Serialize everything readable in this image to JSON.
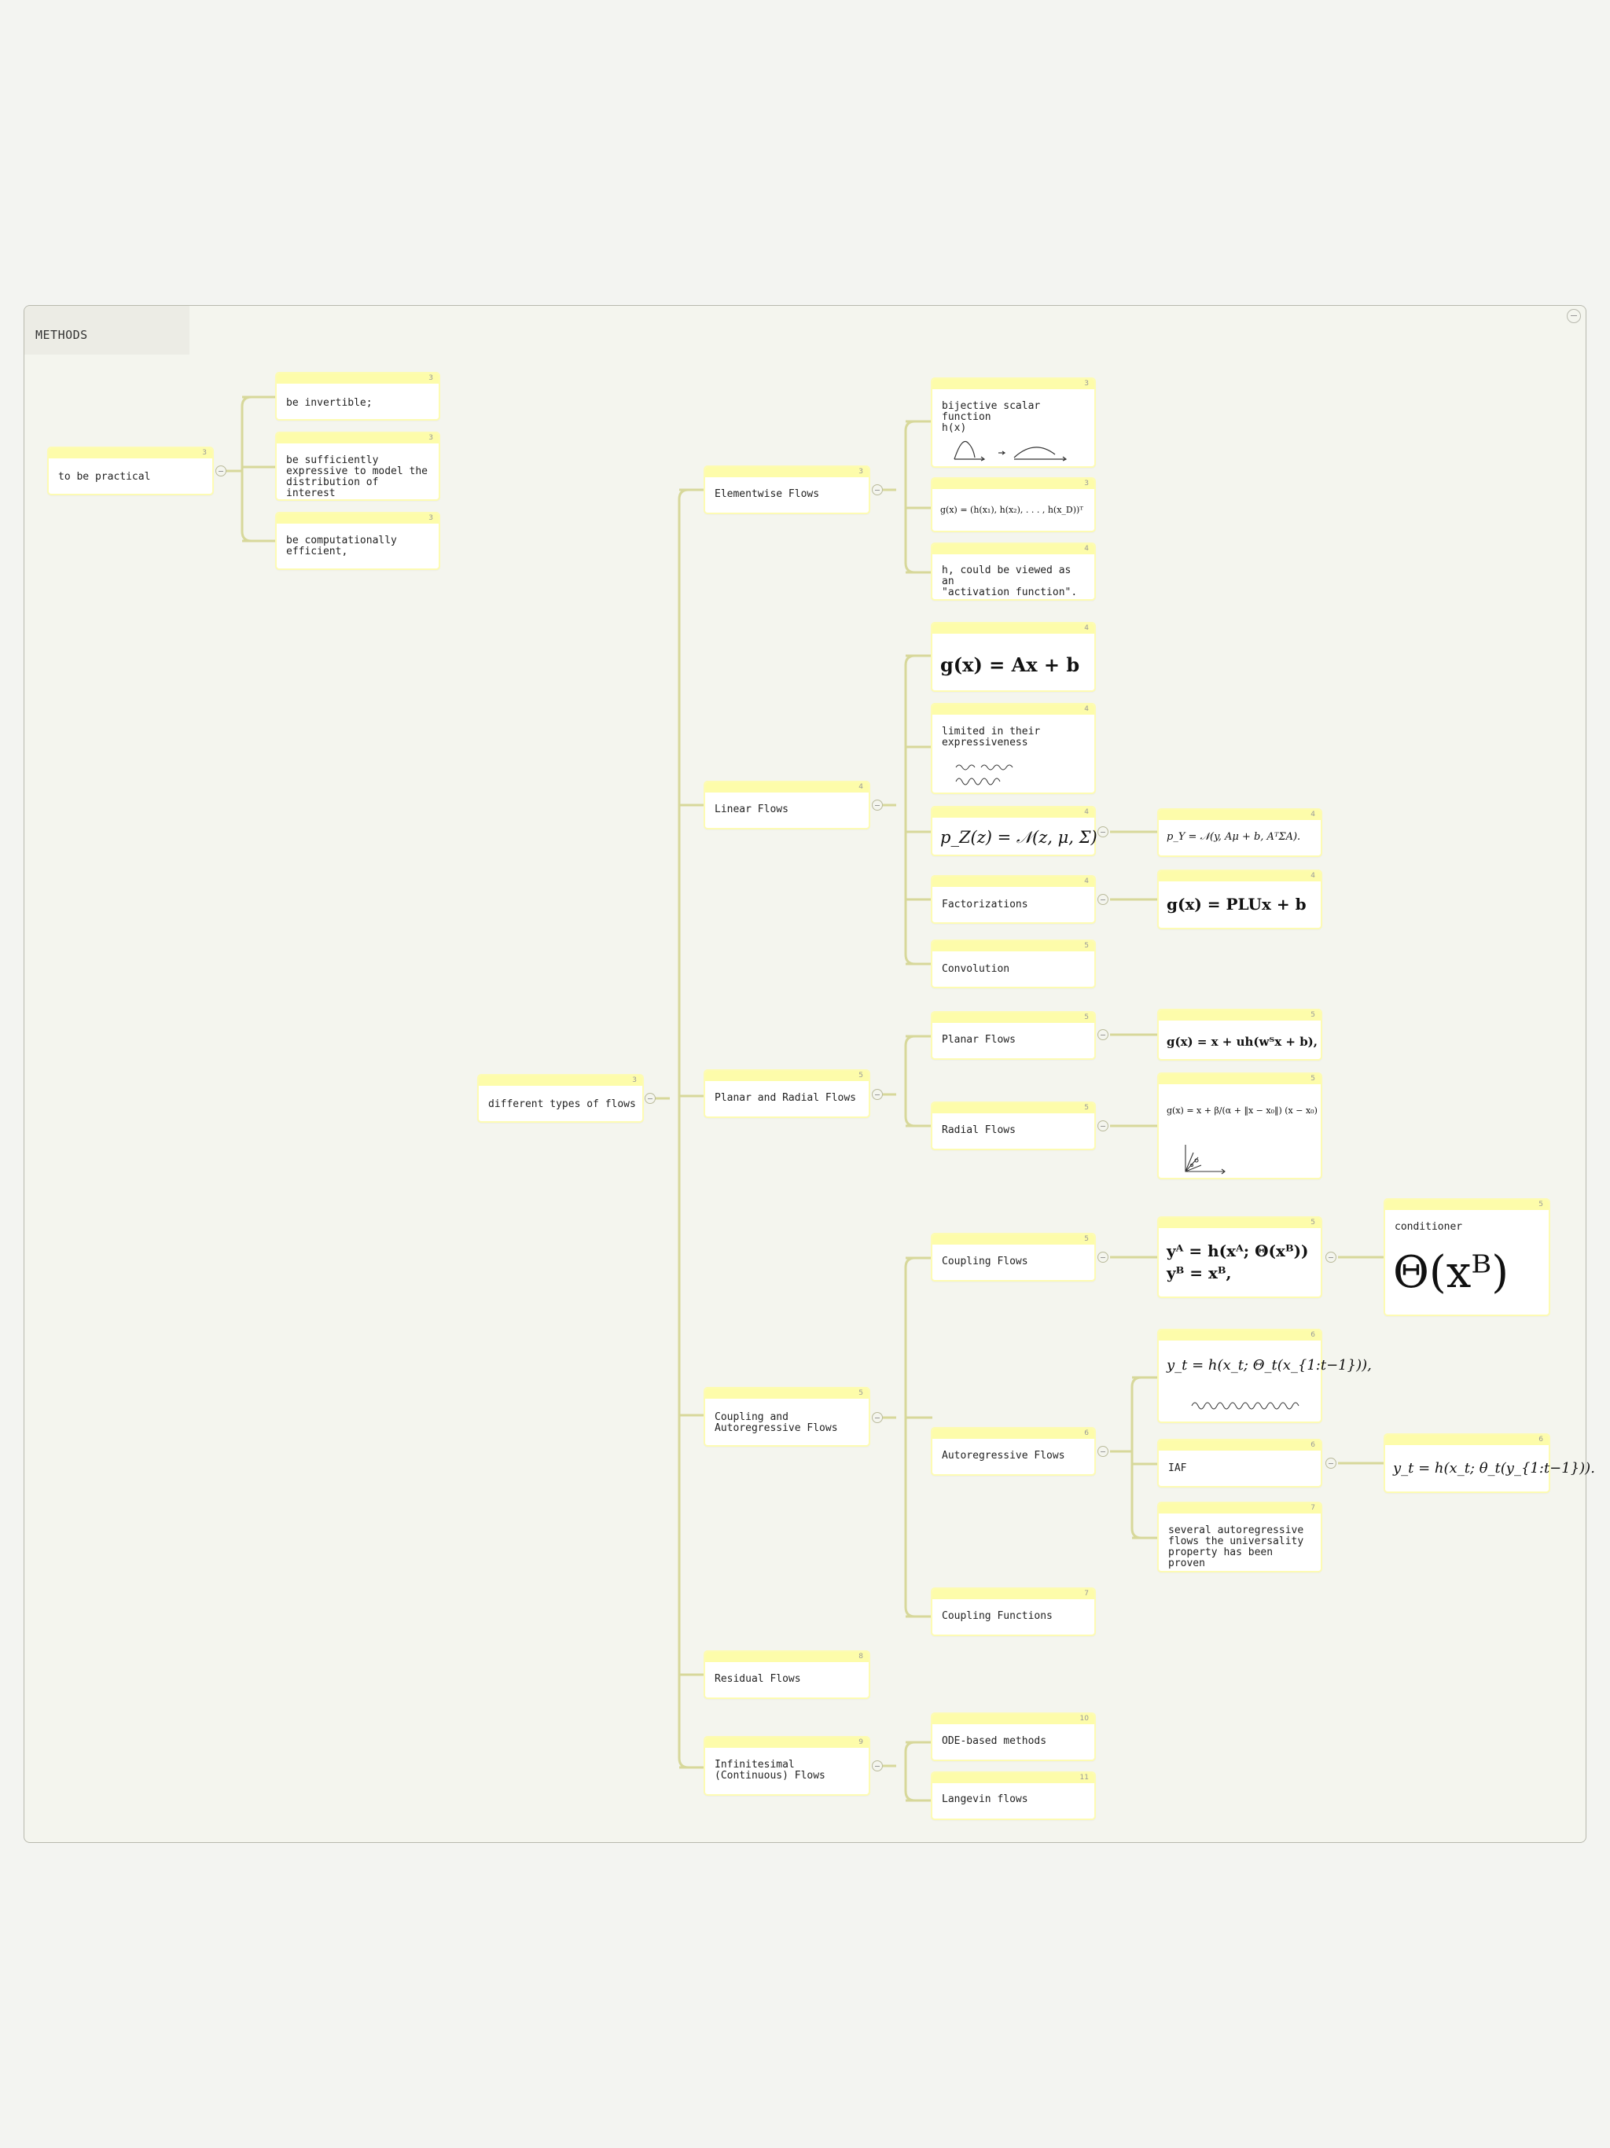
{
  "frame": {
    "title": "METHODS"
  },
  "nodes": {
    "practical": {
      "label": "to be practical",
      "level": "3"
    },
    "invertible": {
      "label": "be invertible;",
      "level": "3"
    },
    "expressive": {
      "label": "be sufficiently\nexpressive to model the\ndistribution of interest",
      "level": "3"
    },
    "efficient": {
      "label": "be computationally\nefficient,",
      "level": "3"
    },
    "types": {
      "label": "different types of flows",
      "level": "3"
    },
    "elementwise": {
      "label": "Elementwise Flows",
      "level": "3"
    },
    "bijective": {
      "label": "bijective scalar function\nh(x)",
      "level": "3"
    },
    "g_elementwise": {
      "formula": "g(x) = (h(x₁), h(x₂), . . . , h(x_D))ᵀ",
      "level": "3"
    },
    "activation": {
      "label": "h, could be viewed as an\n\"activation function\".",
      "level": "4"
    },
    "linear": {
      "label": "Linear Flows",
      "level": "4"
    },
    "g_linear": {
      "formula": "g(x) = Ax + b",
      "level": "4"
    },
    "limited": {
      "label": "limited in their\nexpressiveness",
      "level": "4"
    },
    "pz": {
      "formula": "p_Z(z) = 𝒩(z, μ, Σ)",
      "level": "4"
    },
    "py": {
      "formula": "p_Y = 𝒩(y, Aμ + b, AᵀΣA).",
      "level": "4"
    },
    "factorizations": {
      "label": "Factorizations",
      "level": "4"
    },
    "g_plu": {
      "formula": "g(x) = PLUx + b",
      "level": "4"
    },
    "convolution": {
      "label": "Convolution",
      "level": "5"
    },
    "planar_radial": {
      "label": "Planar and Radial Flows",
      "level": "5"
    },
    "planar": {
      "label": "Planar Flows",
      "level": "5"
    },
    "g_planar": {
      "formula": "g(x) = x + uh(wᵀx + b),",
      "level": "5"
    },
    "radial": {
      "label": "Radial Flows",
      "level": "5"
    },
    "g_radial": {
      "formula": "g(x) = x + β/(α + ‖x − x₀‖) (x − x₀)",
      "level": "5"
    },
    "coupling_auto": {
      "label": "Coupling and\nAutoregressive Flows",
      "level": "5"
    },
    "coupling": {
      "label": "Coupling Flows",
      "level": "5"
    },
    "coupling_eq1": {
      "formula": "yᴬ = h(xᴬ; Θ(xᴮ))",
      "level": "5"
    },
    "coupling_eq2": {
      "formula": "yᴮ = xᴮ,"
    },
    "conditioner": {
      "label": "conditioner",
      "formula": "Θ(xᴮ)",
      "level": "5"
    },
    "autoregressive": {
      "label": "Autoregressive Flows",
      "level": "6"
    },
    "auto_eq": {
      "formula": "y_t = h(x_t; Θ_t(x_{1:t−1})),",
      "level": "6"
    },
    "iaf": {
      "label": "IAF",
      "level": "6"
    },
    "iaf_eq": {
      "formula": "y_t = h(x_t; θ_t(y_{1:t−1})).",
      "level": "6"
    },
    "several": {
      "label": "several autoregressive\nflows the universality\nproperty has been proven",
      "level": "7"
    },
    "coupling_functions": {
      "label": "Coupling Functions",
      "level": "7"
    },
    "residual": {
      "label": "Residual Flows",
      "level": "8"
    },
    "infinitesimal": {
      "label": "Infinitesimal\n(Continuous) Flows",
      "level": "9"
    },
    "ode": {
      "label": "ODE-based methods",
      "level": "10"
    },
    "langevin": {
      "label": "Langevin flows",
      "level": "11"
    }
  },
  "colors": {
    "accent": "#fdfcaa",
    "border": "#fdfbb3",
    "connector": "#d7d89a",
    "background": "#f3f4f1"
  }
}
